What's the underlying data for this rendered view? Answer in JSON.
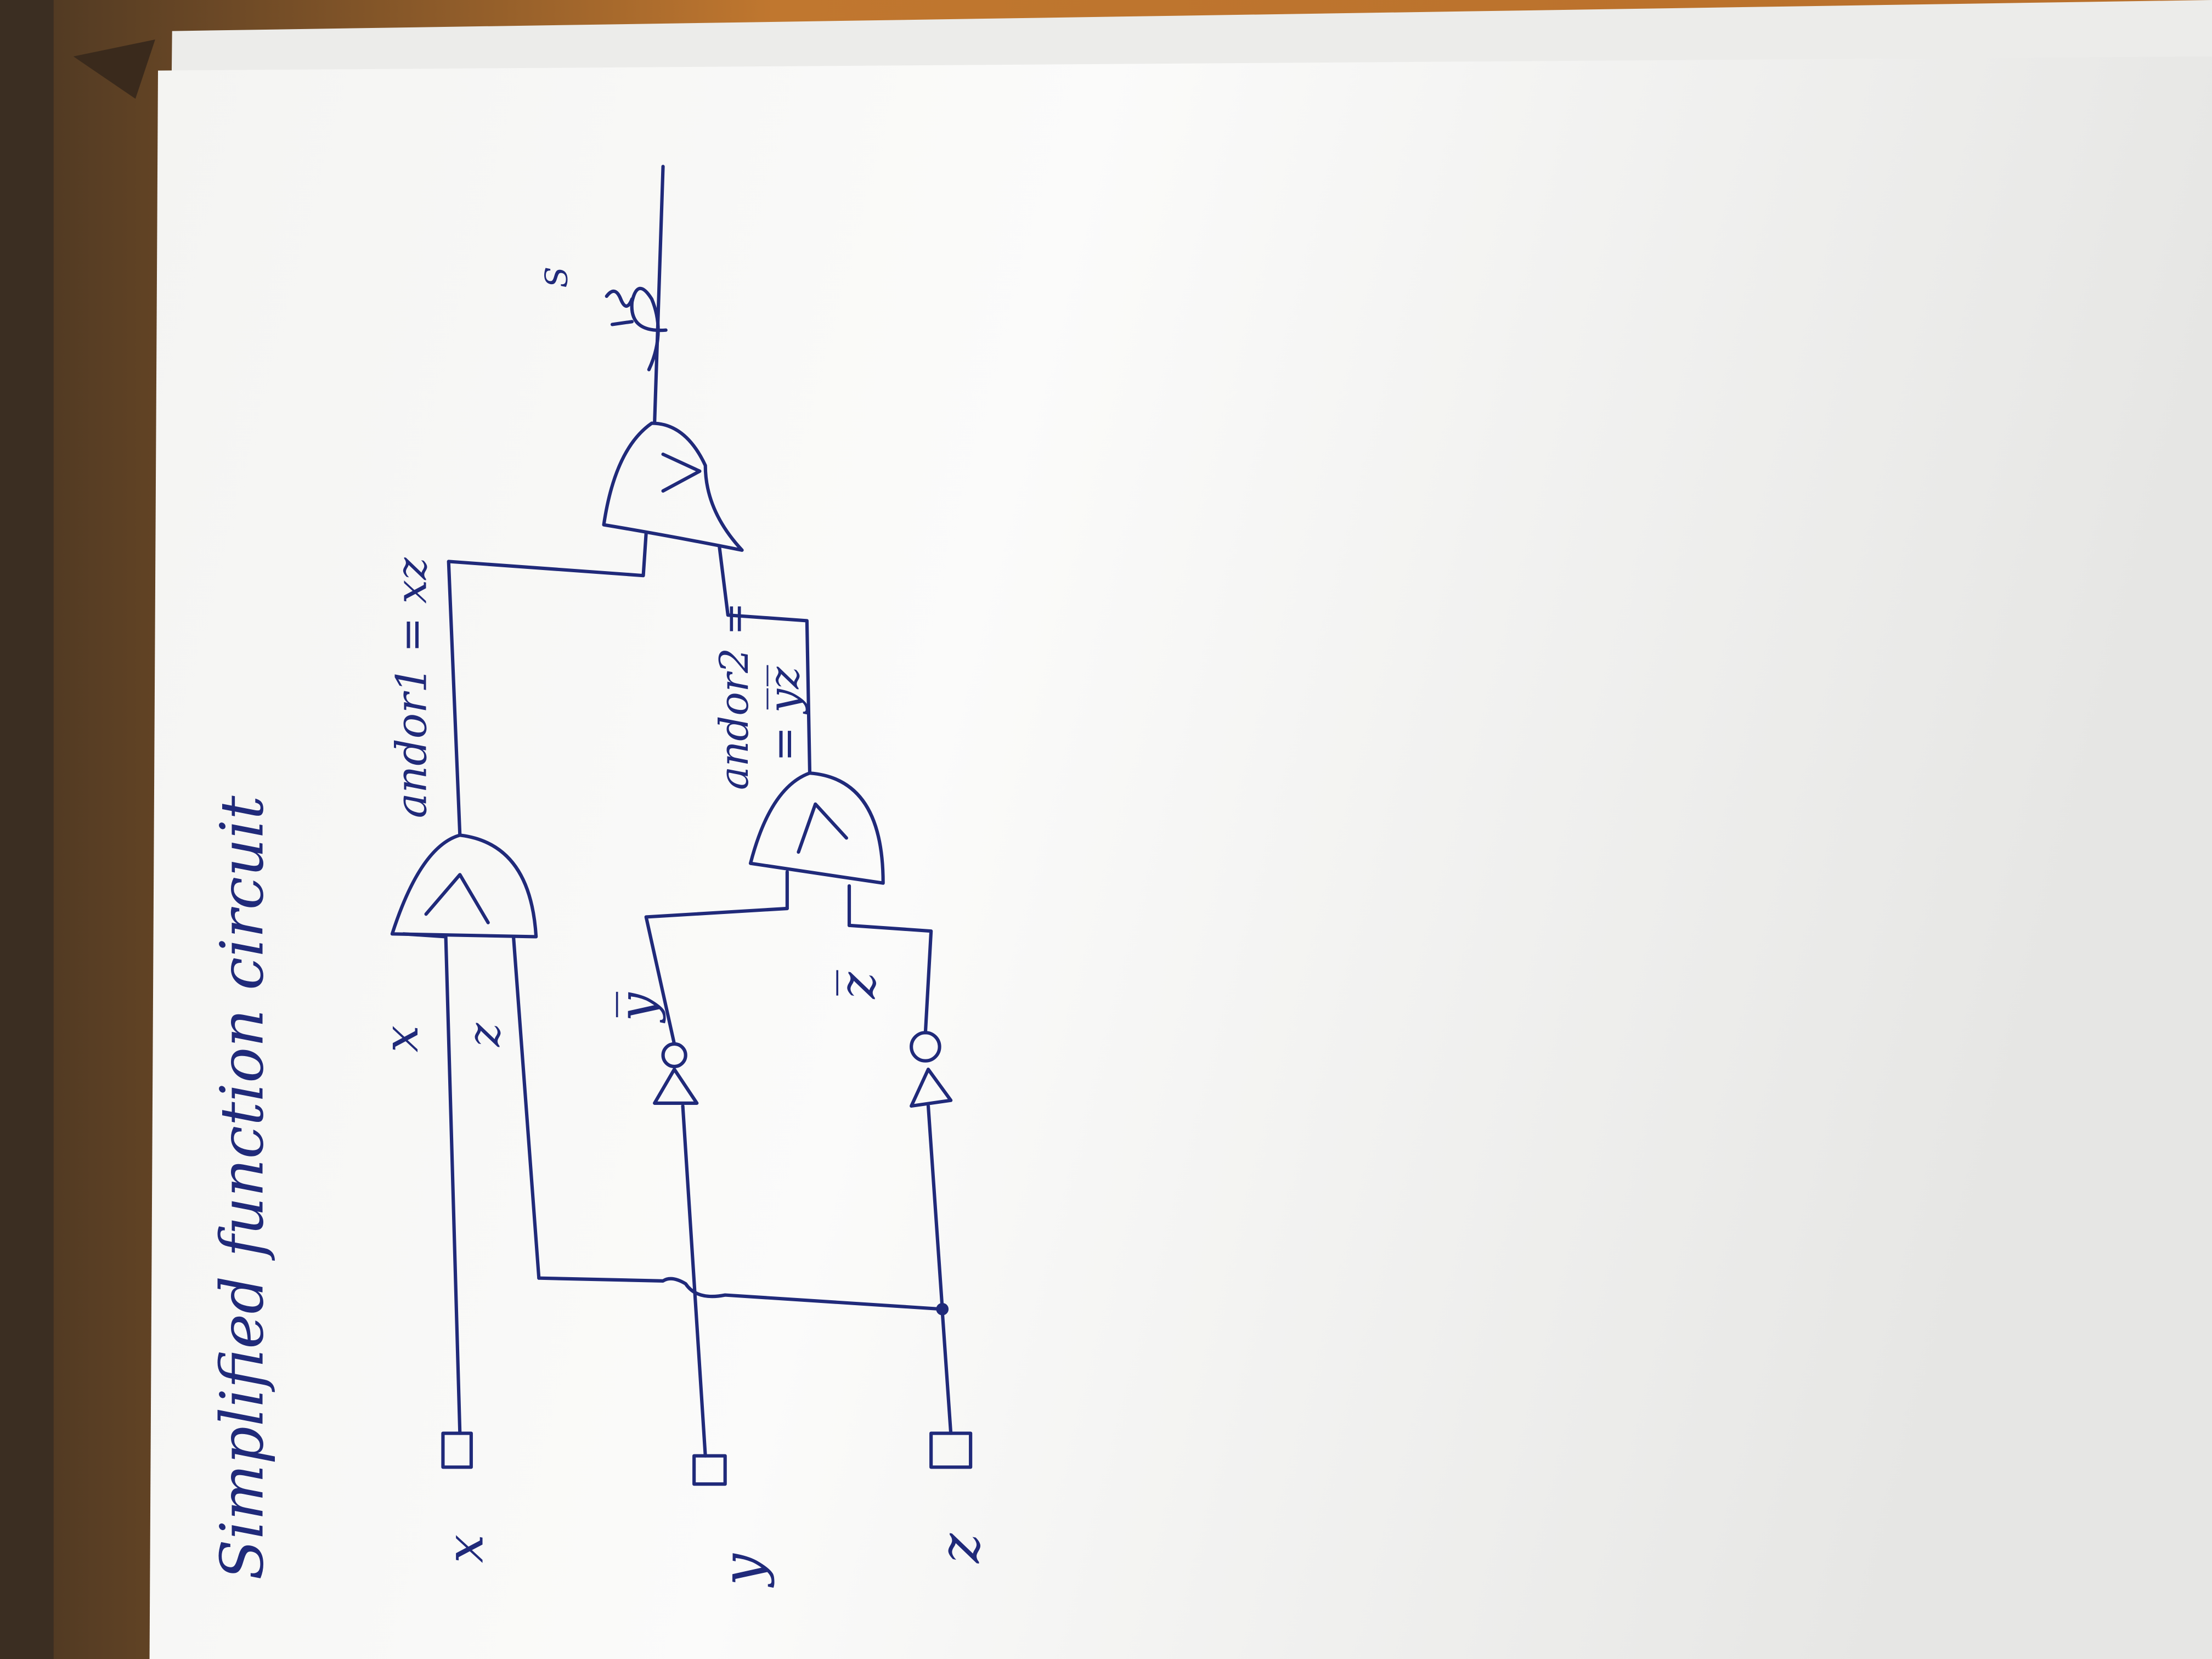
{
  "title": "Simplified function circuit",
  "inputs": [
    {
      "id": "x",
      "label": "x"
    },
    {
      "id": "y",
      "label": "y"
    },
    {
      "id": "z",
      "label": "z"
    }
  ],
  "wire_labels": {
    "x_to_and1": "x",
    "z_to_and1": "z",
    "not_y_out": "y̅",
    "not_z_out": "z̅"
  },
  "gates": [
    {
      "id": "and1",
      "type": "AND",
      "symbol": "∧",
      "output_label": "andor1 = xz"
    },
    {
      "id": "and2",
      "type": "AND",
      "symbol": "∧",
      "output_label_line1": "andor2 =",
      "output_label_line2": "= y̅z̅"
    },
    {
      "id": "or1",
      "type": "OR",
      "symbol": "∨",
      "output_label": "fS",
      "output_label_sup": "S",
      "output_label_main": "f"
    }
  ],
  "colors": {
    "ink": "#202a7a",
    "paper": "#fbfbfa",
    "paper_shadow": "#e3e3e1",
    "desk": "#b9742f",
    "desk_dark": "#3b2e22"
  }
}
